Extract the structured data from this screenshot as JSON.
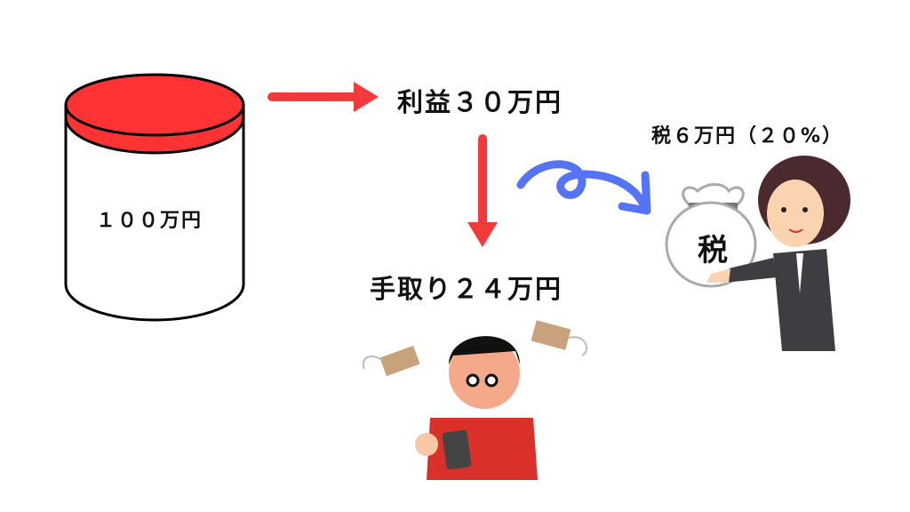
{
  "diagram": {
    "jar": {
      "label": "１００万円",
      "lid_color": "#ff3333",
      "outline_color": "#000000"
    },
    "profit": {
      "label": "利益３０万円"
    },
    "net": {
      "label": "手取り２４万円"
    },
    "tax": {
      "label": "税６万円（２０%）",
      "bag_label": "税"
    },
    "arrows": {
      "red_color": "#f23a3a",
      "blue_color": "#5473f5"
    },
    "illustrations": {
      "worried_man": "worried-man-with-phone-and-flying-money",
      "tax_officer": "woman-in-suit-holding-tax-bag"
    }
  }
}
